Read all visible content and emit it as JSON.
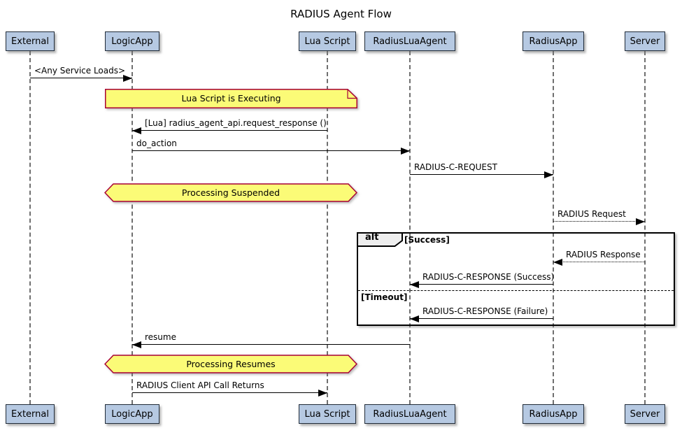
{
  "title": "RADIUS Agent Flow",
  "participants": [
    {
      "name": "External"
    },
    {
      "name": "LogicApp"
    },
    {
      "name": "Lua Script"
    },
    {
      "name": "RadiusLuaAgent"
    },
    {
      "name": "RadiusApp"
    },
    {
      "name": "Server"
    }
  ],
  "messages": [
    {
      "label": "<Any Service Loads>",
      "from": "External",
      "to": "LogicApp",
      "line": "solid"
    },
    {
      "label": "[Lua] radius_agent_api.request_response ()",
      "from": "Lua Script",
      "to": "LogicApp",
      "line": "solid"
    },
    {
      "label": "do_action",
      "from": "LogicApp",
      "to": "RadiusLuaAgent",
      "line": "solid"
    },
    {
      "label": "RADIUS-C-REQUEST",
      "from": "RadiusLuaAgent",
      "to": "RadiusApp",
      "line": "solid"
    },
    {
      "label": "RADIUS Request",
      "from": "RadiusApp",
      "to": "Server",
      "line": "dotted"
    },
    {
      "label": "RADIUS Response",
      "from": "Server",
      "to": "RadiusApp",
      "line": "dotted"
    },
    {
      "label": "RADIUS-C-RESPONSE (Success)",
      "from": "RadiusApp",
      "to": "RadiusLuaAgent",
      "line": "solid"
    },
    {
      "label": "RADIUS-C-RESPONSE (Failure)",
      "from": "RadiusApp",
      "to": "RadiusLuaAgent",
      "line": "solid"
    },
    {
      "label": "resume",
      "from": "RadiusLuaAgent",
      "to": "LogicApp",
      "line": "solid"
    },
    {
      "label": "RADIUS Client API Call Returns",
      "from": "LogicApp",
      "to": "Lua Script",
      "line": "solid"
    }
  ],
  "notes": [
    {
      "shape": "note",
      "label": "Lua Script is Executing"
    },
    {
      "shape": "hexagon",
      "label": "Processing Suspended"
    },
    {
      "shape": "hexagon",
      "label": "Processing Resumes"
    }
  ],
  "alt_frame": {
    "operator": "alt",
    "guards": [
      "[Success]",
      "[Timeout]"
    ]
  },
  "colors": {
    "participant_fill": "#B6C9E2",
    "participant_border": "#202B38",
    "note_fill": "#FBFB77",
    "note_border": "#A80036",
    "lifeline_color": "#6F6F6F",
    "arrow_color": "#000000",
    "frame_border": "#000000",
    "frame_label_fill": "#EEEEEE",
    "background": "#FFFFFF"
  }
}
